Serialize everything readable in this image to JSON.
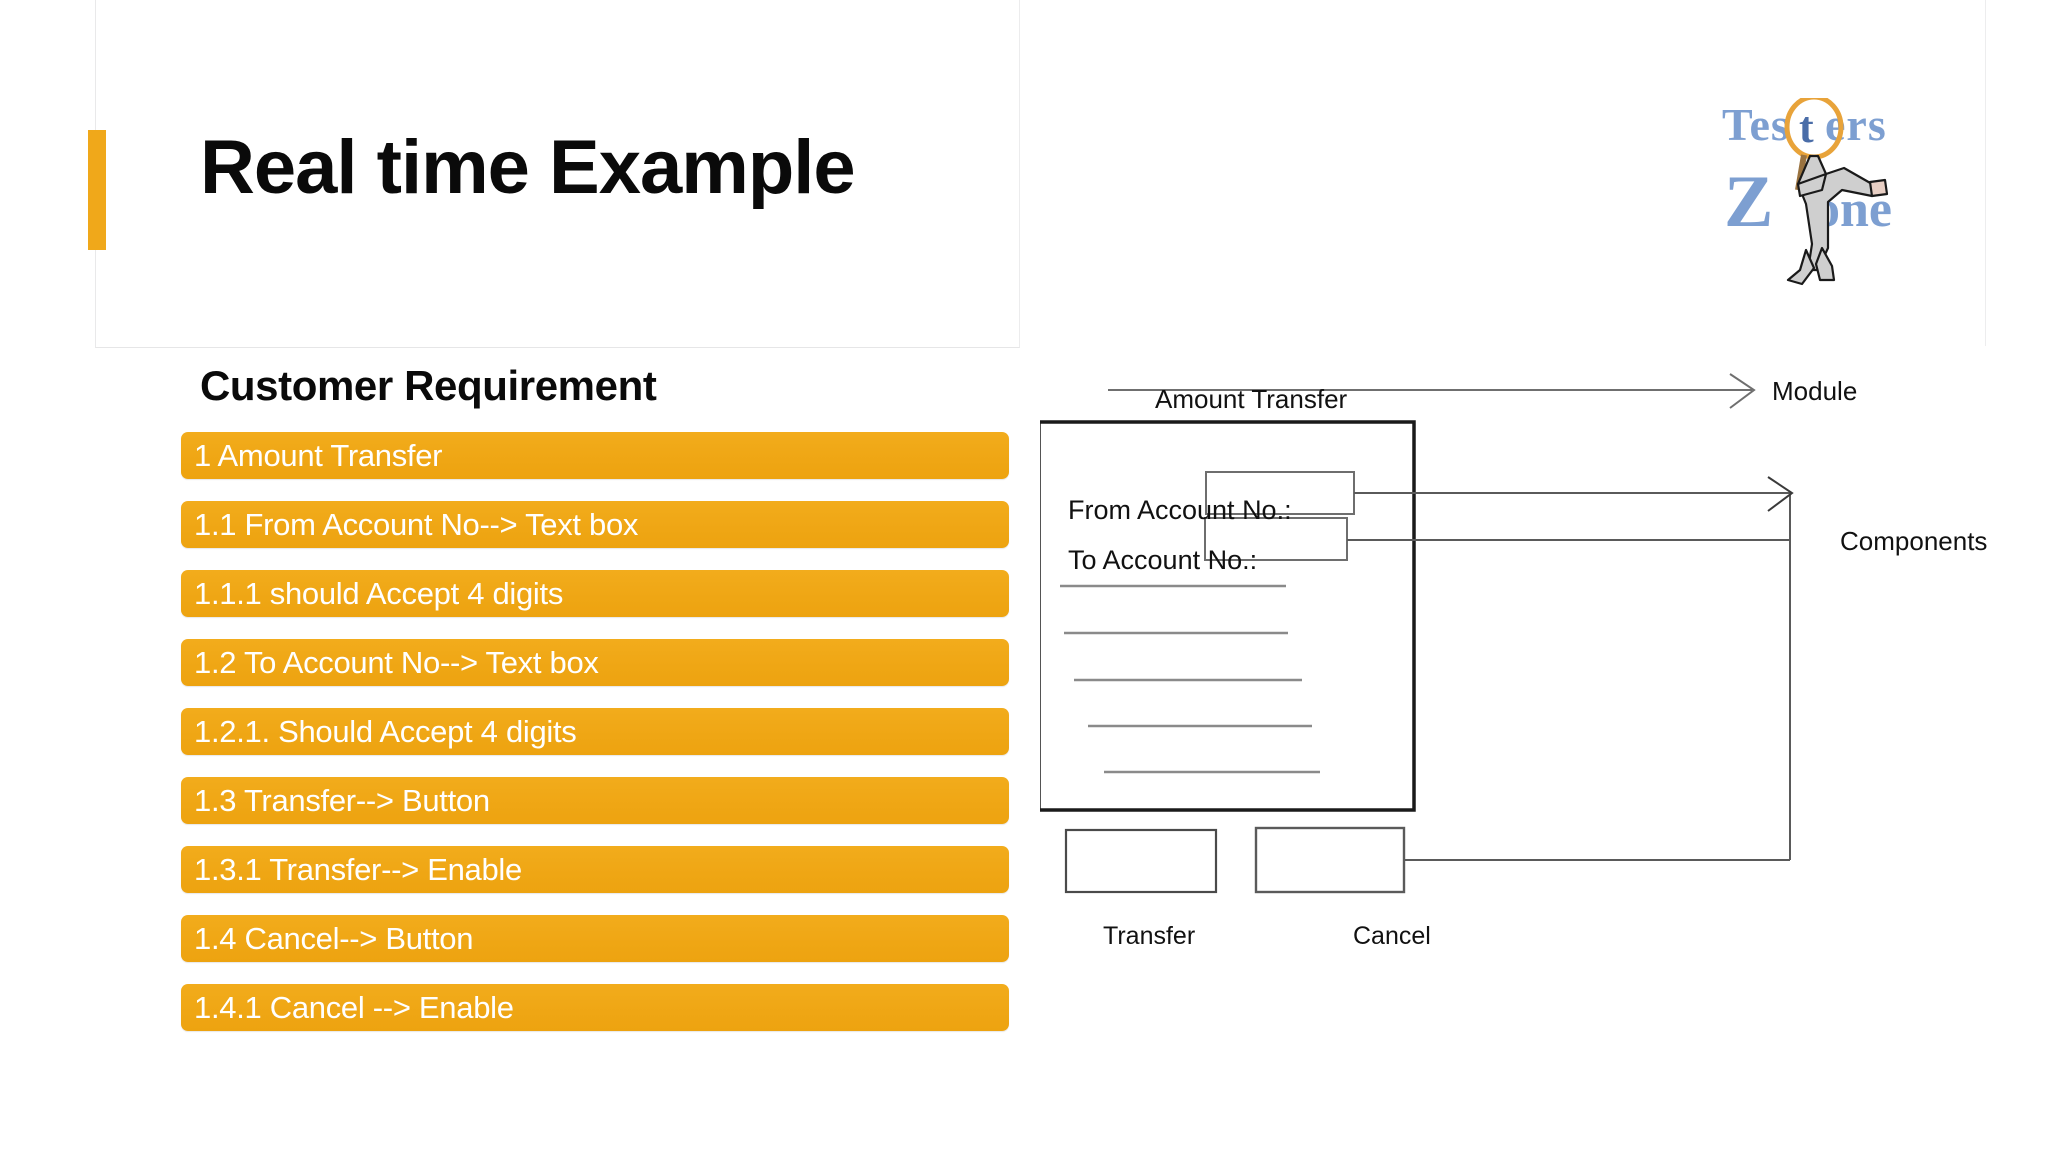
{
  "slide": {
    "title": "Real time Example",
    "section_heading": "Customer Requirement",
    "accent_color": "#F0A81A",
    "bar_color": "#EFA614",
    "bar_text_color": "#FFFFFF"
  },
  "logo": {
    "word_top": "Testers",
    "word_bottom_letter": "Z",
    "word_bottom_rest": "one",
    "text_color": "#7D9FD1",
    "icon_names": [
      "magnifier-icon",
      "inspector-character-icon"
    ]
  },
  "requirements": [
    {
      "id": "1",
      "label": "1 Amount Transfer"
    },
    {
      "id": "1.1",
      "label": "1.1 From Account No--> Text box"
    },
    {
      "id": "1.1.1",
      "label": "1.1.1 should Accept 4 digits"
    },
    {
      "id": "1.2",
      "label": "1.2 To Account No--> Text box"
    },
    {
      "id": "1.2.1",
      "label": "1.2.1. Should Accept 4 digits"
    },
    {
      "id": "1.3",
      "label": "1.3 Transfer--> Button"
    },
    {
      "id": "1.3.1",
      "label": "1.3.1 Transfer--> Enable"
    },
    {
      "id": "1.4",
      "label": "1.4 Cancel--> Button"
    },
    {
      "id": "1.4.1",
      "label": "1.4.1 Cancel --> Enable"
    }
  ],
  "diagram": {
    "module_title": "Amount Transfer",
    "module_annotation": "Module",
    "components_annotation": "Components",
    "form": {
      "fields": [
        {
          "label": "From Account No.:",
          "value": ""
        },
        {
          "label": "To  Account No.:",
          "value": ""
        }
      ],
      "buttons": [
        {
          "label": "Transfer"
        },
        {
          "label": "Cancel"
        }
      ],
      "placeholder_line_count": 5
    }
  }
}
